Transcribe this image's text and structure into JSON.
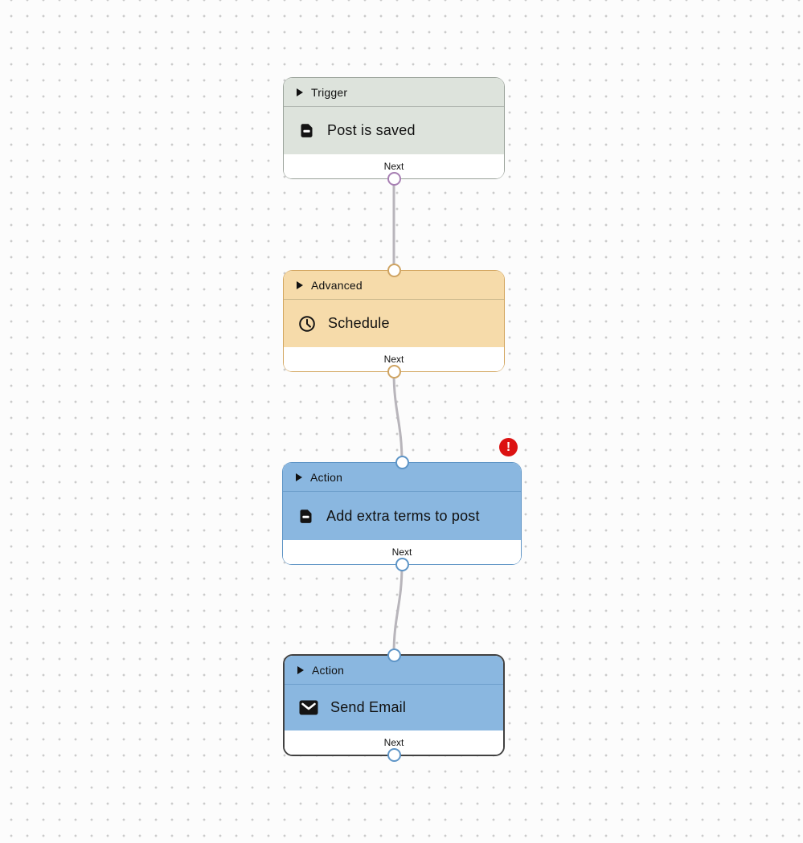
{
  "canvas": {
    "background_color": "#fcfcfc",
    "dot_color": "#cbcbcb",
    "edge_color": "#b8b5bb"
  },
  "nodes": [
    {
      "category": "Trigger",
      "title": "Post is saved",
      "icon": "document-icon",
      "footer_label": "Next",
      "has_input_port": false,
      "has_output_port": true,
      "colors": {
        "background": "#dde3dc",
        "border": "#9aa29a",
        "port": "#a77fb3"
      },
      "selected": false,
      "error": false
    },
    {
      "category": "Advanced",
      "title": "Schedule",
      "icon": "clock-icon",
      "footer_label": "Next",
      "has_input_port": true,
      "has_output_port": true,
      "colors": {
        "background": "#f6dbaa",
        "border": "#d2a55e",
        "port": "#cfa463"
      },
      "selected": false,
      "error": false
    },
    {
      "category": "Action",
      "title": "Add extra terms to post",
      "icon": "document-icon",
      "footer_label": "Next",
      "has_input_port": true,
      "has_output_port": true,
      "colors": {
        "background": "#8ab7e0",
        "border": "#5e94c5",
        "port": "#5e95c7"
      },
      "selected": false,
      "error": true
    },
    {
      "category": "Action",
      "title": "Send Email",
      "icon": "envelope-icon",
      "footer_label": "Next",
      "has_input_port": true,
      "has_output_port": true,
      "colors": {
        "background": "#8ab7e0",
        "border": "#414141",
        "port": "#5e95c7"
      },
      "selected": true,
      "error": false
    }
  ],
  "edges": [
    {
      "from": "Trigger / Post is saved",
      "to": "Advanced / Schedule"
    },
    {
      "from": "Advanced / Schedule",
      "to": "Action / Add extra terms to post"
    },
    {
      "from": "Action / Add extra terms to post",
      "to": "Action / Send Email"
    }
  ],
  "error_badge": {
    "symbol": "!",
    "color": "#dc1212"
  }
}
